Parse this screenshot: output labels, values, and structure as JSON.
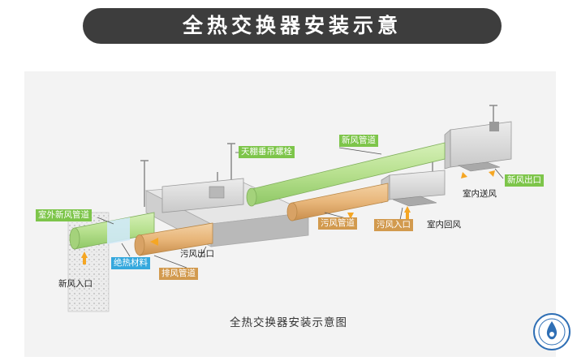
{
  "title": "全热交换器安装示意",
  "caption": "全热交换器安装示意图",
  "labels": {
    "hanger": "天棚垂吊螺栓",
    "fresh_duct_top": "新风管道",
    "fresh_outlet": "新风出口",
    "room_supply": "室内送风",
    "outdoor_fresh_duct": "室外新风管道",
    "exhaust_duct_mid": "污风管道",
    "dirty_inlet": "污风入口",
    "room_return": "室内回风",
    "dirty_outlet": "污风出口",
    "insulation": "绝热材料",
    "exhaust_pipe": "排风管道",
    "fresh_inlet": "新风入口"
  },
  "colors": {
    "fresh": "#b7e08e",
    "exhaust": "#e8b67a",
    "tag_green": "#7dc54a",
    "tag_orange": "#d29a4e",
    "tag_blue": "#35a8dd",
    "arrow": "#f5a623",
    "banner": "#3d3d3d"
  }
}
